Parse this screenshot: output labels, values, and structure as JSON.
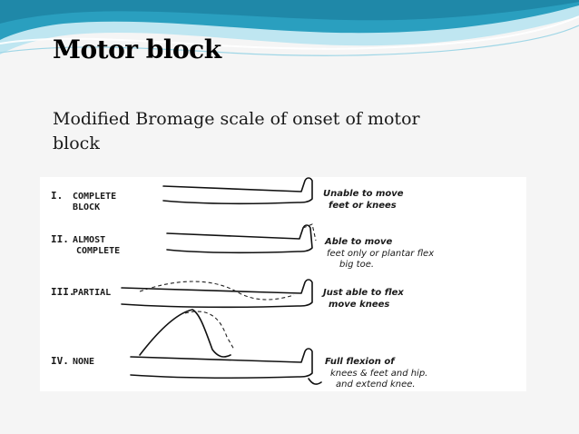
{
  "slide": {
    "title": "Motor block",
    "subtitle": "Modified Bromage scale of onset of motor block"
  },
  "scale": [
    {
      "numeral": "I.",
      "label_line1": "COMPLETE",
      "label_line2": "BLOCK",
      "desc_line1": "Unable to move",
      "desc_line2": "feet or knees",
      "desc_line3": ""
    },
    {
      "numeral": "II.",
      "label_line1": "ALMOST",
      "label_line2": "COMPLETE",
      "desc_line1": "Able to move",
      "desc_line2": "feet only or plantar flex",
      "desc_line3": "big toe."
    },
    {
      "numeral": "III.",
      "label_line1": "PARTIAL",
      "label_line2": "",
      "desc_line1": "Just able to flex",
      "desc_line2": "move knees",
      "desc_line3": ""
    },
    {
      "numeral": "IV.",
      "label_line1": "NONE",
      "label_line2": "",
      "desc_line1": "Full flexion of",
      "desc_line2": "knees & feet and hip.",
      "desc_line3": "and extend knee."
    }
  ],
  "colors": {
    "wave_dark": "#2a9fbf",
    "wave_light": "#bfe6f1",
    "background": "#f5f5f5"
  }
}
